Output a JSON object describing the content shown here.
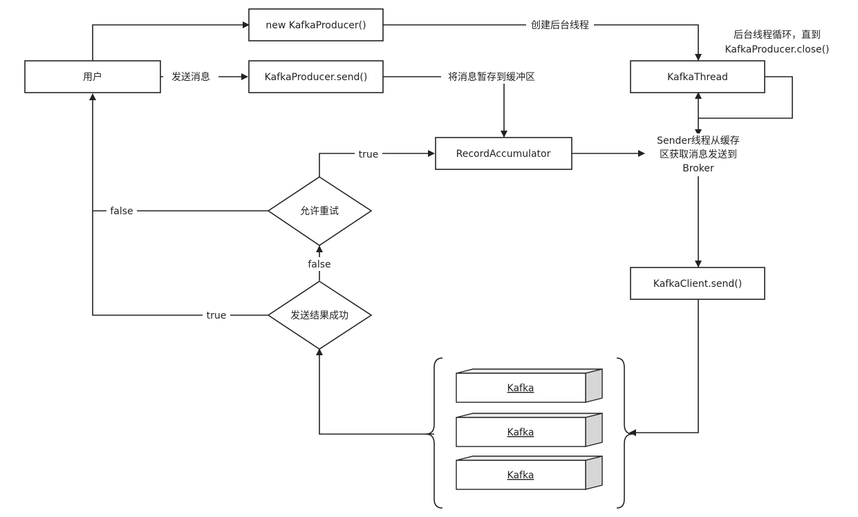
{
  "nodes": {
    "user": "用户",
    "new_producer": "new KafkaProducer()",
    "producer_send": "KafkaProducer.send()",
    "kafka_thread": "KafkaThread",
    "record_accumulator": "RecordAccumulator",
    "kafka_client_send": "KafkaClient.send()",
    "allow_retry": "允许重试",
    "send_result_success": "发送结果成功",
    "kafka_1": "Kafka",
    "kafka_2": "Kafka",
    "kafka_3": "Kafka"
  },
  "edge_labels": {
    "send_message": "发送消息",
    "create_thread": "创建后台线程",
    "buffer_message": "将消息暂存到缓冲区",
    "retry_true": "true",
    "retry_false": "false",
    "result_false": "false",
    "result_true": "true"
  },
  "annotations": {
    "thread_loop_line1": "后台线程循环，直到",
    "thread_loop_line2": "KafkaProducer.close()",
    "sender_line1": "Sender线程从缓存",
    "sender_line2": "区获取消息发送到",
    "sender_line3": "Broker"
  }
}
